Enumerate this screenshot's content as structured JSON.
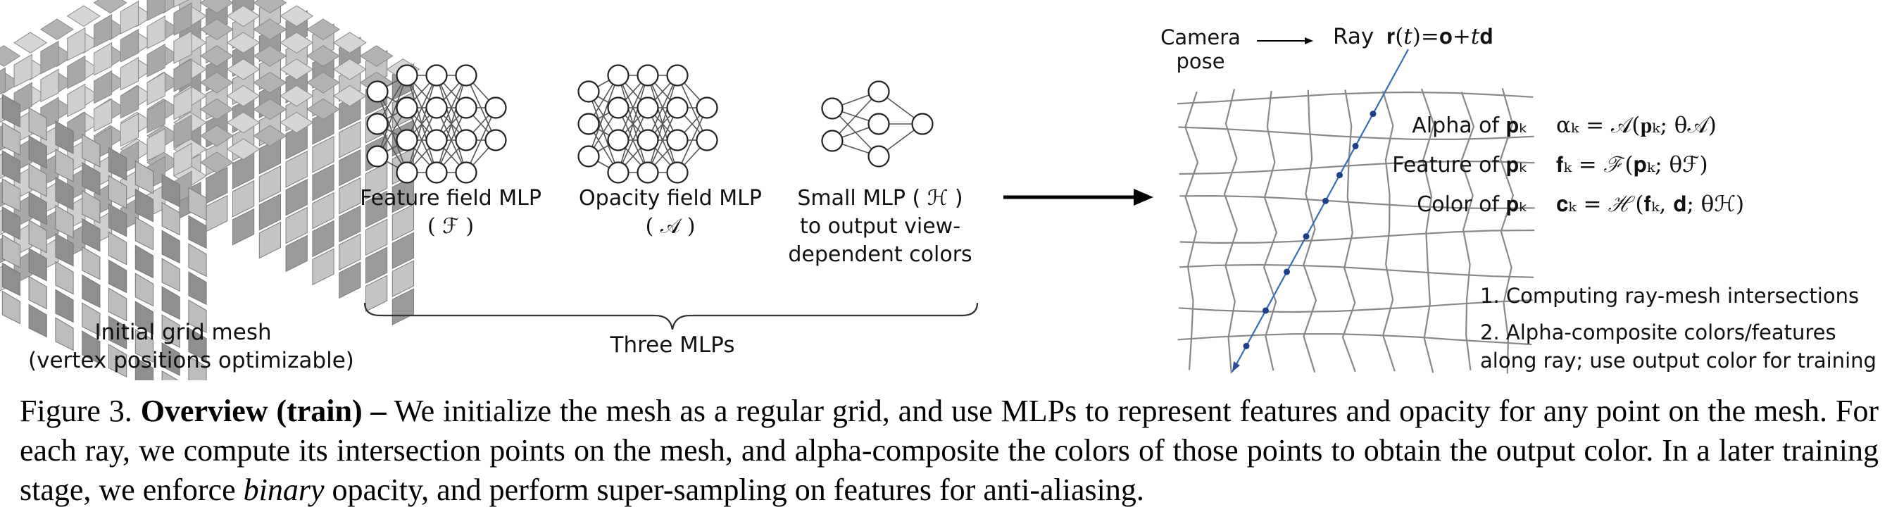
{
  "grid_mesh": {
    "label_line1": "Initial grid mesh",
    "label_line2": "(vertex positions optimizable)"
  },
  "mlps": {
    "feature": {
      "line1": "Feature field MLP",
      "line2": "( ℱ )"
    },
    "opacity": {
      "line1": "Opacity field MLP",
      "line2": "( 𝒜 )"
    },
    "small": {
      "line1": "Small MLP ( ℋ )",
      "line2": "to output view-",
      "line3": "dependent colors"
    },
    "group_label": "Three MLPs"
  },
  "ray": {
    "camera_line1": "Camera",
    "camera_line2": "pose",
    "ray_label": "Ray",
    "ray_eq": "𝐫(𝑡)=𝐨+𝑡𝐝"
  },
  "equations": [
    {
      "label": "Alpha of 𝐩ₖ",
      "formula": "αₖ = 𝒜(𝐩ₖ; θ𝒜)"
    },
    {
      "label": "Feature of 𝐩ₖ",
      "formula": "𝐟ₖ = ℱ(𝐩ₖ; θℱ)"
    },
    {
      "label": "Color of 𝐩ₖ",
      "formula": "𝐜ₖ = ℋ(𝐟ₖ, 𝐝; θℋ)"
    }
  ],
  "steps": {
    "step1": "1. Computing ray-mesh intersections",
    "step2_line1": "2. Alpha-composite colors/features",
    "step2_line2": "along ray; use output color for training"
  },
  "caption": {
    "prefix": "Figure 3. ",
    "bold": "Overview (train) –",
    "text1": "  We initialize the mesh as a regular grid, and use MLPs to represent features and opacity for any point on the mesh.  For each ray, we compute its intersection points on the mesh, and alpha-composite the colors of those points to obtain the output color. In a later training stage, we enforce ",
    "italic": "binary",
    "text2": " opacity, and perform super-sampling on features for anti-aliasing."
  }
}
